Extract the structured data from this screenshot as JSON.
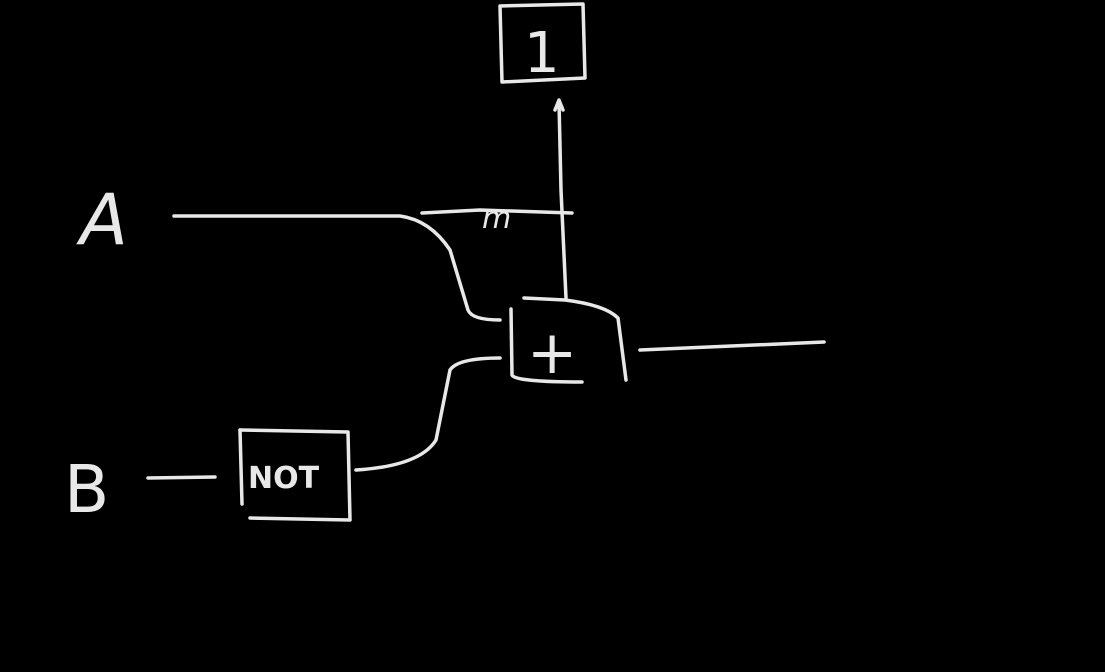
{
  "inputs": {
    "a": "A",
    "b": "B"
  },
  "constant_box": "1",
  "not_gate": "NOT",
  "adder": "+",
  "wire_label": "m",
  "colors": {
    "background": "#000000",
    "stroke": "#e8e8e8"
  }
}
